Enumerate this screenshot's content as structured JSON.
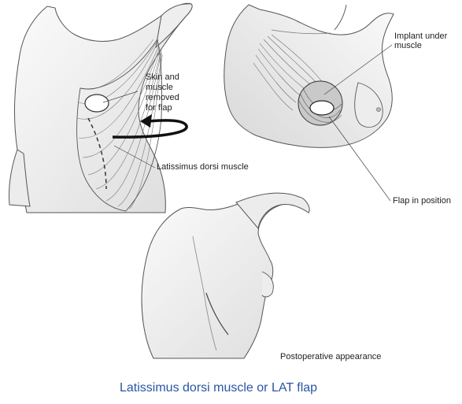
{
  "labels": {
    "skin_muscle_line1": "Skin and",
    "skin_muscle_line2": "muscle",
    "skin_muscle_line3": "removed",
    "skin_muscle_line4": "for flap",
    "latissimus_muscle": "Latissimus dorsi muscle",
    "implant_line1": "Implant under",
    "implant_line2": "muscle",
    "flap_position": "Flap in position",
    "postoperative": "Postoperative appearance"
  },
  "title": "Latissimus dorsi muscle or LAT flap",
  "colors": {
    "title": "#2a55a4",
    "outline": "#555555",
    "muscle_shading": "#888888",
    "skin": "#f4f4f4"
  }
}
